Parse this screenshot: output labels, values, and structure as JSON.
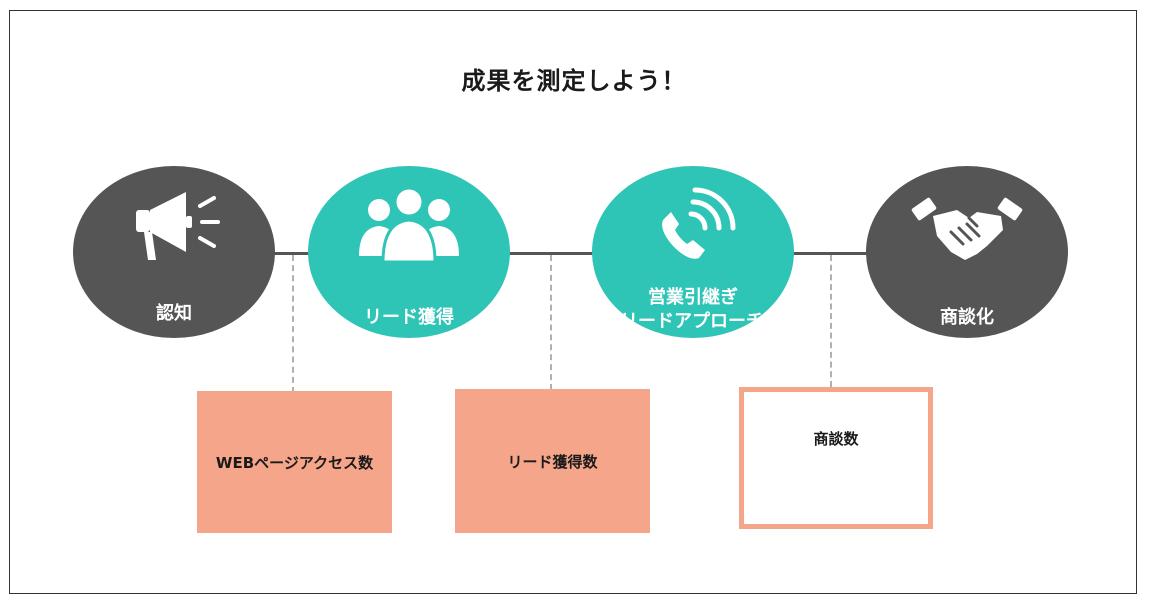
{
  "title": "成果を測定しよう！",
  "stages": [
    {
      "label": "認知",
      "icon": "megaphone-icon"
    },
    {
      "label": "リード獲得",
      "icon": "people-group-icon"
    },
    {
      "label_line1": "営業引継ぎ",
      "label_line2": "リードアプローチ",
      "icon": "phone-ringing-icon"
    },
    {
      "label": "商談化",
      "icon": "handshake-icon"
    }
  ],
  "metrics": [
    {
      "label": "WEBページアクセス数"
    },
    {
      "label": "リード獲得数"
    },
    {
      "label": "商談数"
    }
  ],
  "colors": {
    "dark_stage": "#555555",
    "teal_stage": "#2ec4b6",
    "metric_fill": "#f5a58a",
    "connector": "#b0b0b0"
  }
}
